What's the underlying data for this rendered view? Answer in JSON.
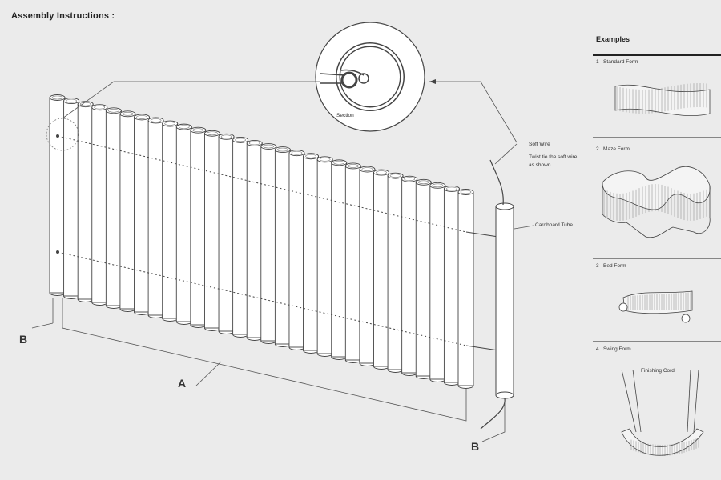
{
  "title": "Assembly Instructions :",
  "callouts": {
    "section": "Section",
    "soft_wire": "Soft Wire",
    "twist_note_1": "Twist tie the soft wire,",
    "twist_note_2": "as shown.",
    "cardboard_tube": "Cardboard Tube",
    "dim_a": "A",
    "dim_b_left": "B",
    "dim_b_right": "B"
  },
  "examples": {
    "heading": "Examples",
    "items": [
      {
        "number": "1",
        "label": "Standard Form"
      },
      {
        "number": "2",
        "label": "Maze Form"
      },
      {
        "number": "3",
        "label": "Bed Form"
      },
      {
        "number": "4",
        "label": "Swing Form"
      }
    ],
    "finishing_cord": "Finishing Cord"
  },
  "colors": {
    "background": "#ebebeb",
    "line": "#444444",
    "tube_fill": "#ffffff"
  }
}
